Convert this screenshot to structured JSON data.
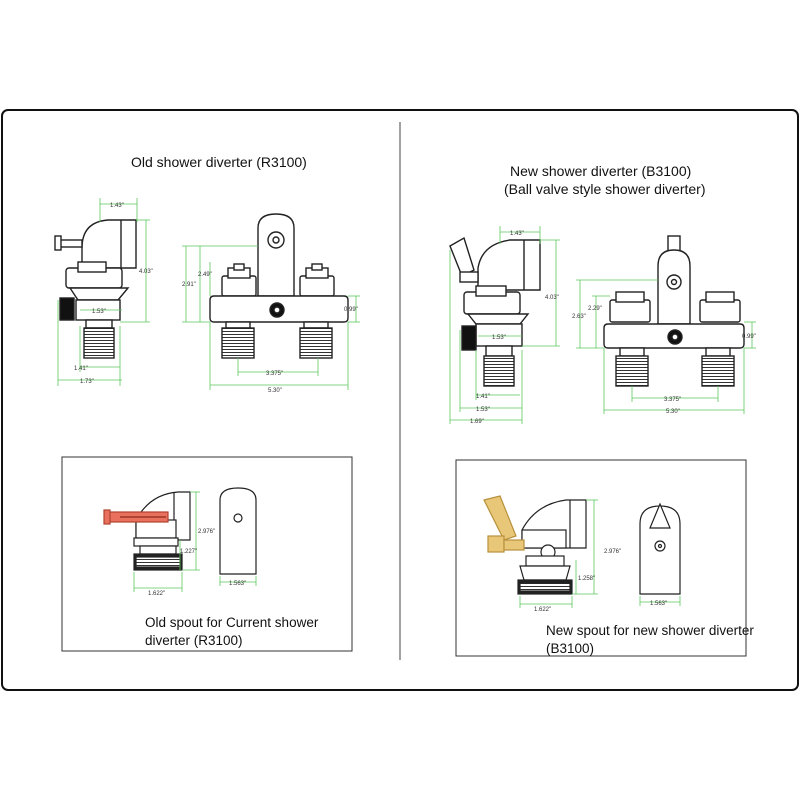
{
  "panels": {
    "left": {
      "title": "Old shower diverter (R3100)",
      "spout_caption_line1": "Old spout for Current shower",
      "spout_caption_line2": "diverter (R3100)"
    },
    "right": {
      "title_line1": "New shower diverter (B3100)",
      "title_line2": "(Ball valve style shower diverter)",
      "spout_caption_line1": "New spout for new shower diverter",
      "spout_caption_line2": "(B3100)"
    }
  },
  "dimensions": {
    "old_side": {
      "top_width": "1.43\"",
      "height": "4.03\"",
      "base_width": "1.53\"",
      "base_offset": "1.41\"",
      "overall_width": "1.73\""
    },
    "old_front": {
      "spout_height": "2.49\"",
      "overall_height": "2.91\"",
      "body_height": "0.99\"",
      "center_spacing": "3.375\"",
      "overall_width": "5.30\""
    },
    "new_side": {
      "top_width": "1.43\"",
      "height": "4.03\"",
      "base_width": "1.53\"",
      "base_offset": "1.41\"",
      "mid_width": "1.53\"",
      "overall_width": "1.69\""
    },
    "new_front": {
      "spout_height": "2.29\"",
      "overall_height": "2.63\"",
      "body_height": "0.99\"",
      "center_spacing": "3.375\"",
      "overall_width": "5.30\""
    },
    "old_spout": {
      "height": "2.976\"",
      "lower_height": "1.227\"",
      "base_width": "1.622\"",
      "end_width": "1.563\""
    },
    "new_spout": {
      "height": "2.976\"",
      "lower_height": "1.258\"",
      "base_width": "1.622\"",
      "end_width": "1.563\""
    }
  },
  "colors": {
    "dimension_line": "#5cc85c",
    "outline": "#222222",
    "old_pin": "#e8705c",
    "new_lever": "#e8c878"
  }
}
